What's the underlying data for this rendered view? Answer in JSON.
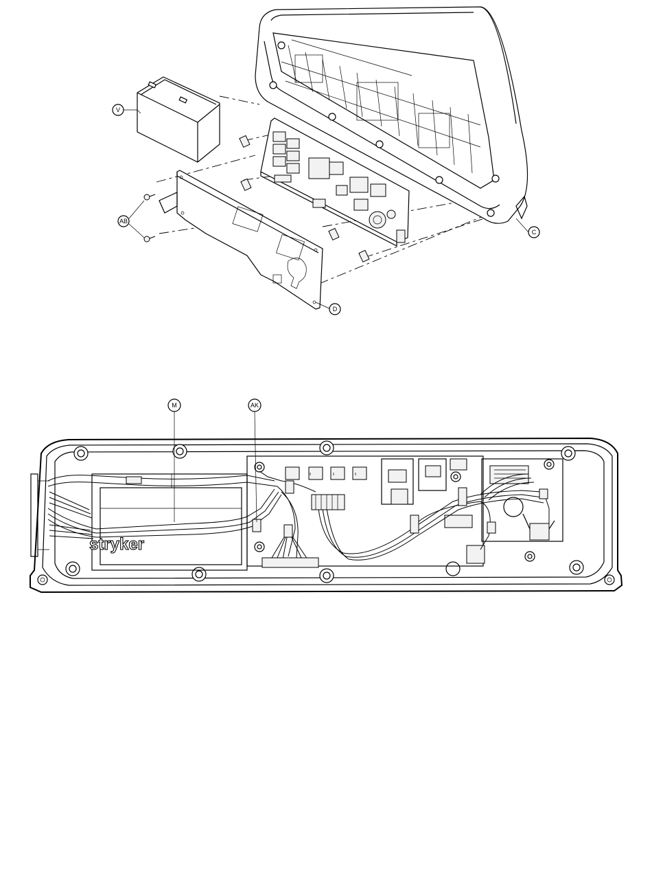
{
  "diagram": {
    "exploded_view": {
      "callouts": [
        {
          "id": "callout-v",
          "label": "V"
        },
        {
          "id": "callout-ab",
          "label": "AB"
        },
        {
          "id": "callout-c",
          "label": "C"
        },
        {
          "id": "callout-d",
          "label": "D"
        }
      ]
    },
    "assembled_view": {
      "callouts": [
        {
          "id": "callout-m",
          "label": "M"
        },
        {
          "id": "callout-ak",
          "label": "AK"
        }
      ],
      "logo_text": "stryker"
    }
  }
}
